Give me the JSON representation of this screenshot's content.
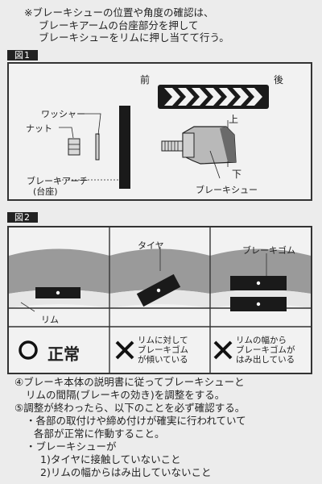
{
  "top_note": {
    "line1": "※ブレーキシューの位置や角度の確認は、",
    "line2": "ブレーキアームの台座部分を押して",
    "line3": "ブレーキシューをリムに押し当てて行う。"
  },
  "figure1": {
    "label": "図1",
    "front": "前",
    "rear": "後",
    "washer": "ワッシャー",
    "nut": "ナット",
    "upper": "上",
    "lower": "下",
    "arch_line1": "ブレーキアーチ",
    "arch_line2": "(台座)",
    "shoe": "ブレーキシュー"
  },
  "figure2": {
    "label": "図2",
    "tire": "タイヤ",
    "rim": "リム",
    "rubber": "ブレーキゴム",
    "ok": "正常",
    "ok_symbol": "○",
    "ng_symbol": "✕",
    "ng1_line1": "リムに対して",
    "ng1_line2": "ブレーキゴム",
    "ng1_line3": "が傾いている",
    "ng2_line1": "リムの幅から",
    "ng2_line2": "ブレーキゴムが",
    "ng2_line3": "はみ出している"
  },
  "steps": {
    "s4_line1": "④ブレーキ本体の説明書に従ってブレーキシューと",
    "s4_line2": "リムの間隔(ブレーキの効き)を調整をする。",
    "s5_line1": "⑤調整が終わったら、以下のことを必ず確認する。",
    "s5_line2": "・各部の取付けや締め付けが確実に行われていて",
    "s5_line3": "各部が正常に作動すること。",
    "s5_line4": "・ブレーキシューが",
    "s5_line5": "1)タイヤに接触していないこと",
    "s5_line6": "2)リムの幅からはみ出していないこと"
  }
}
